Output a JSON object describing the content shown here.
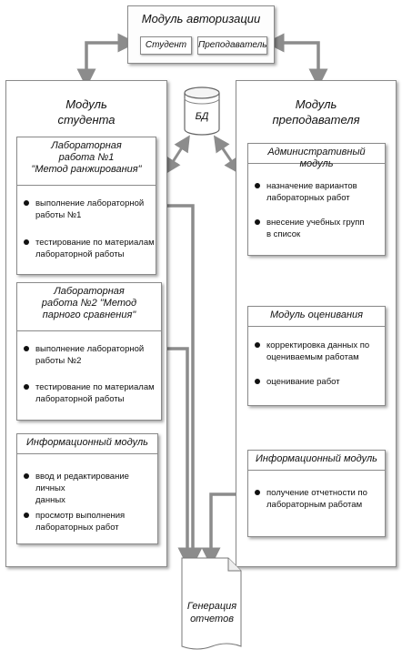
{
  "auth": {
    "title": "Модуль авторизации",
    "student_btn": "Студент",
    "teacher_btn": "Преподаватель"
  },
  "db": {
    "label": "БД"
  },
  "student_module": {
    "title_line1": "Модуль",
    "title_line2": "студента",
    "lab1": {
      "title_line1": "Лабораторная",
      "title_line2": "работа №1",
      "title_line3": "\"Метод ранжирования\"",
      "items": [
        {
          "line1": "выполнение лабораторной",
          "line2": "работы №1"
        },
        {
          "line1": "тестирование по материалам",
          "line2": "лабораторной работы"
        }
      ]
    },
    "lab2": {
      "title_line1": "Лабораторная",
      "title_line2": "работа №2 \"Метод",
      "title_line3": "парного сравнения\"",
      "items": [
        {
          "line1": "выполнение лабораторной",
          "line2": "работы №2"
        },
        {
          "line1": "тестирование по материалам",
          "line2": "лабораторной работы"
        }
      ]
    },
    "info": {
      "title": "Информационный модуль",
      "items": [
        {
          "line1": "ввод и редактирование личных",
          "line2": "данных"
        },
        {
          "line1": "просмотр выполнения",
          "line2": "лабораторных работ"
        }
      ]
    }
  },
  "teacher_module": {
    "title_line1": "Модуль",
    "title_line2": "преподавателя",
    "admin": {
      "title": "Административный модуль",
      "items": [
        {
          "line1": "назначение вариантов",
          "line2": "лабораторных работ"
        },
        {
          "line1": "внесение учебных групп",
          "line2": "в список"
        }
      ]
    },
    "grading": {
      "title": "Модуль оценивания",
      "items": [
        {
          "line1": "корректировка данных по",
          "line2": "оцениваемым работам"
        },
        {
          "line1": "оценивание работ",
          "line2": ""
        }
      ]
    },
    "info": {
      "title": "Информационный модуль",
      "items": [
        {
          "line1": "получение отчетности по",
          "line2": "лабораторным работам"
        }
      ]
    }
  },
  "report": {
    "line1": "Генерация",
    "line2": "отчетов"
  },
  "colors": {
    "connector": "#8c8c8c",
    "border": "#8a8a8a"
  }
}
